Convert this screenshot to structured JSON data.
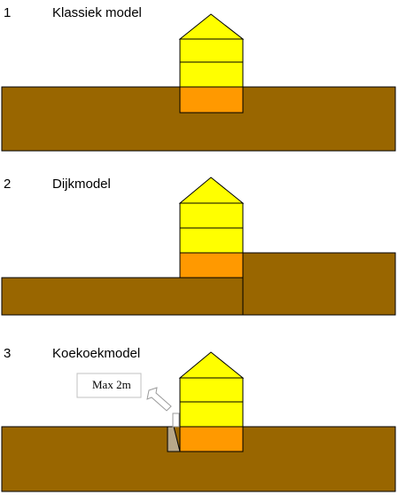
{
  "colors": {
    "ground": "#996600",
    "house_upper": "#ffff00",
    "house_base": "#ff9900",
    "outline": "#000000",
    "callout_border": "#c0c0c0",
    "retaining_wall": "#b8a88a"
  },
  "models": [
    {
      "number": "1",
      "title": "Klassiek model"
    },
    {
      "number": "2",
      "title": "Dijkmodel"
    },
    {
      "number": "3",
      "title": "Koekoekmodel"
    }
  ],
  "callout": {
    "text": "Max 2m"
  }
}
